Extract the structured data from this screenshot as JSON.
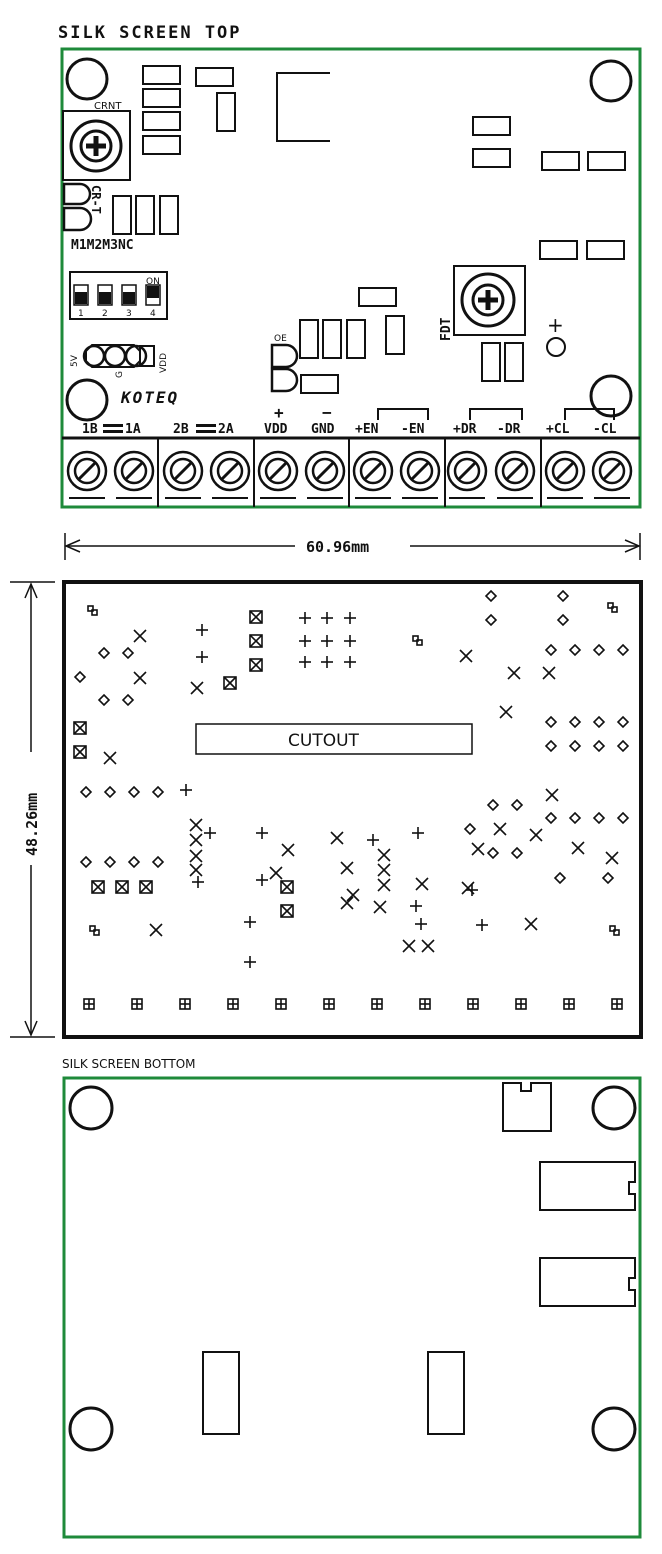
{
  "top": {
    "title": "SILK SCREEN TOP",
    "labels": {
      "crnt": "CRNT",
      "crt": "CR-T",
      "modes": "M1M2M3NC",
      "dip_on": "ON",
      "dip_numbers": [
        "1",
        "2",
        "3",
        "4"
      ],
      "v5": "5V",
      "g": "G",
      "vdd_small": "VDD",
      "oe": "OE",
      "brand": "KOTEQ",
      "fdt": "FDT",
      "plus": "+",
      "minus": "−"
    },
    "terminals": [
      "1B",
      "1A",
      "2B",
      "2A",
      "VDD",
      "GND",
      "+EN",
      "-EN",
      "+DR",
      "-DR",
      "+CL",
      "-CL"
    ],
    "power_signs": [
      "+",
      "−"
    ]
  },
  "middle": {
    "width_dim": "60.96mm",
    "height_dim": "48.26mm",
    "cutout": "CUTOUT"
  },
  "bottom": {
    "title": "SILK SCREEN BOTTOM"
  },
  "colors": {
    "board_outline": "#1e8a3a",
    "ink": "#111111"
  }
}
